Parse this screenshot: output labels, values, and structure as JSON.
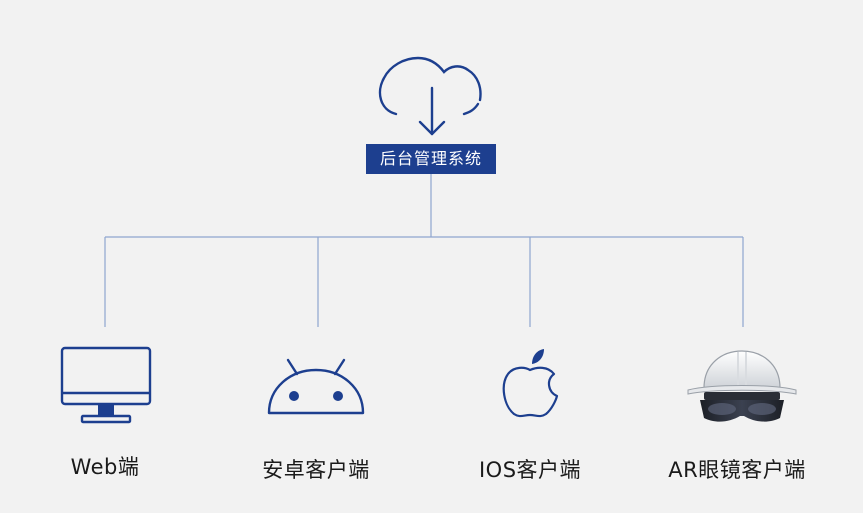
{
  "root": {
    "label": "后台管理系统",
    "icon": "cloud-download-icon"
  },
  "clients": [
    {
      "label": "Web端",
      "icon": "monitor-icon"
    },
    {
      "label": "安卓客户端",
      "icon": "android-icon"
    },
    {
      "label": "IOS客户端",
      "icon": "apple-icon"
    },
    {
      "label": "AR眼镜客户端",
      "icon": "ar-helmet-icon"
    }
  ],
  "colors": {
    "accent": "#1d3f8f",
    "line": "#8fa6cf",
    "background": "#f2f2f2"
  }
}
